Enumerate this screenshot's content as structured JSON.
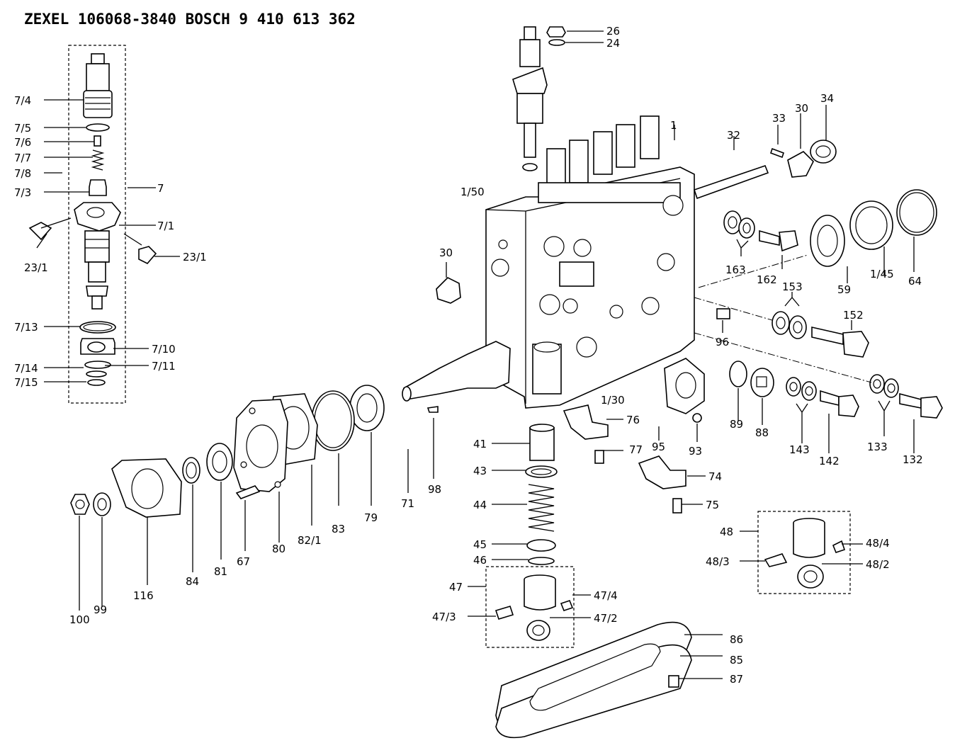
{
  "title": "ZEXEL 106068-3840  BOSCH  9 410 613 362",
  "labels": {
    "l7_4": "7/4",
    "l7_5": "7/5",
    "l7_6": "7/6",
    "l7_7": "7/7",
    "l7_8": "7/8",
    "l7_3": "7/3",
    "l7": "7",
    "l7_1": "7/1",
    "l23_1a": "23/1",
    "l23_1b": "23/1",
    "l7_13": "7/13",
    "l7_10": "7/10",
    "l7_14": "7/14",
    "l7_11": "7/11",
    "l7_15": "7/15",
    "l26": "26",
    "l24": "24",
    "l1": "1",
    "l32": "32",
    "l33": "33",
    "l30a": "30",
    "l34": "34",
    "l1_50": "1/50",
    "l30b": "30",
    "l163": "163",
    "l162": "162",
    "l59": "59",
    "l1_45": "1/45",
    "l64": "64",
    "l153": "153",
    "l152": "152",
    "l96": "96",
    "l1_30": "1/30",
    "l76": "76",
    "l41": "41",
    "l77": "77",
    "l43": "43",
    "l95": "95",
    "l93": "93",
    "l89": "89",
    "l88": "88",
    "l143": "143",
    "l142": "142",
    "l133": "133",
    "l132": "132",
    "l74": "74",
    "l75": "75",
    "l44": "44",
    "l48": "48",
    "l48_4": "48/4",
    "l48_3": "48/3",
    "l48_2": "48/2",
    "l45": "45",
    "l46": "46",
    "l47": "47",
    "l47_4": "47/4",
    "l47_3": "47/3",
    "l47_2": "47/2",
    "l86": "86",
    "l85": "85",
    "l87": "87",
    "l71": "71",
    "l98": "98",
    "l79": "79",
    "l83": "83",
    "l82_1": "82/1",
    "l80": "80",
    "l67": "67",
    "l81": "81",
    "l84": "84",
    "l116": "116",
    "l99": "99",
    "l100": "100"
  }
}
